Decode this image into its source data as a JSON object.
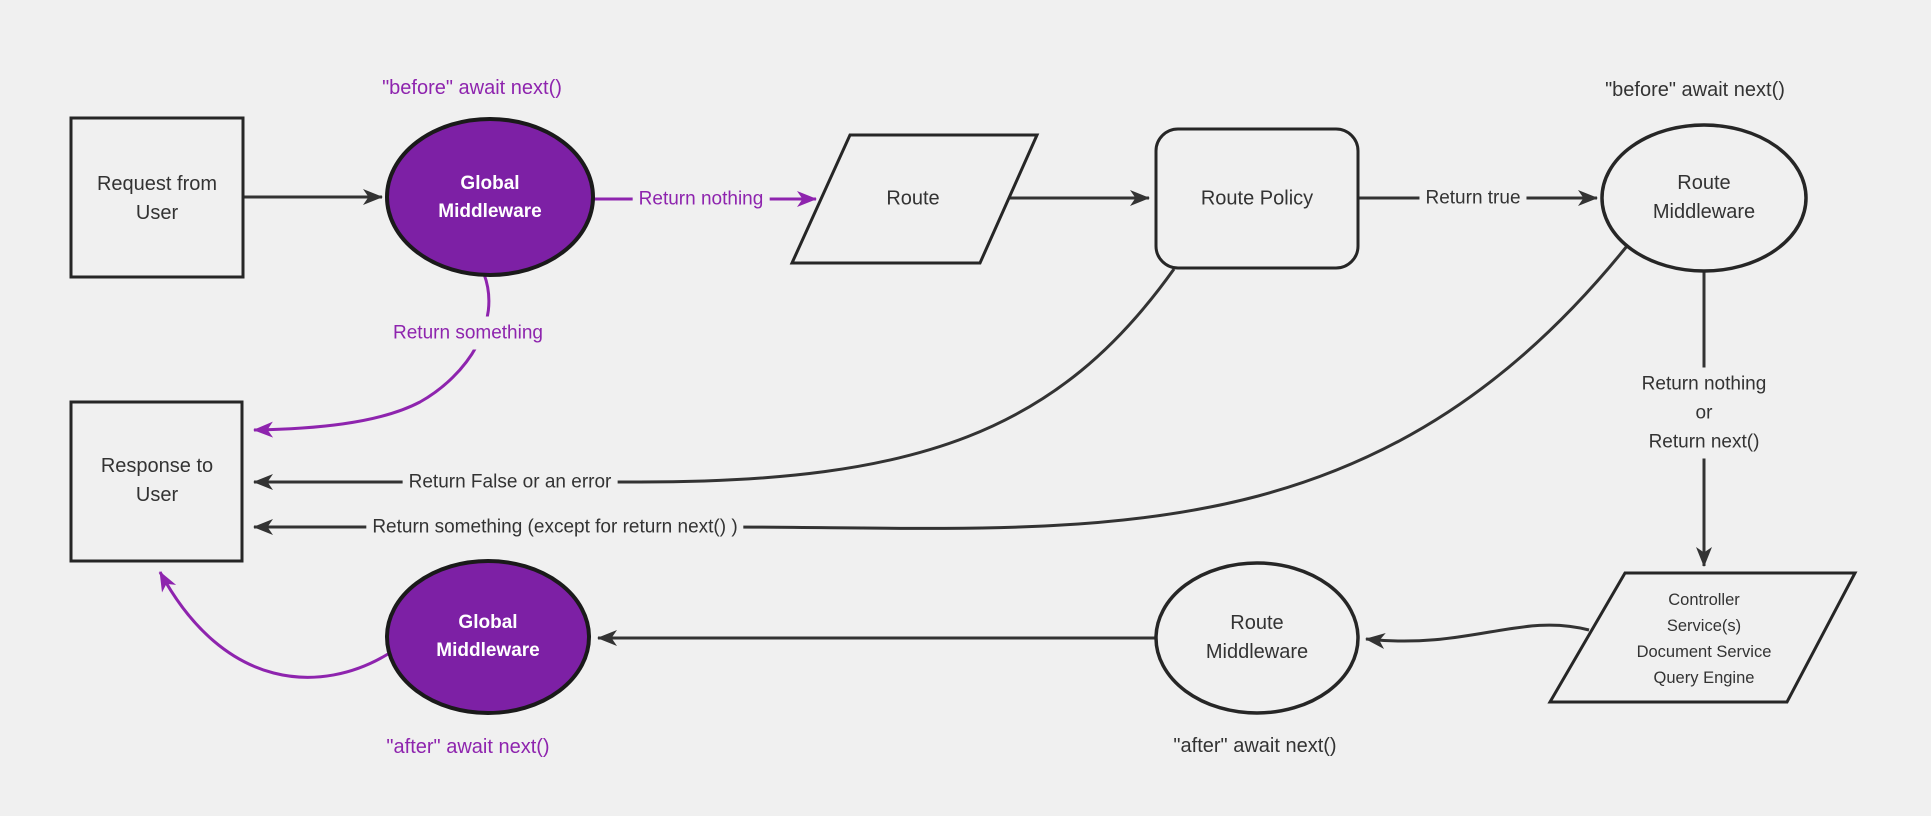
{
  "colors": {
    "background": "#f0f0f0",
    "node_stroke": "#262626",
    "edge_stroke": "#333333",
    "purple_fill": "#7d20a5",
    "purple_line": "#8e24ae",
    "text": "#333333",
    "text_on_purple": "#ffffff"
  },
  "nodes": {
    "request": {
      "label": "Request from\nUser",
      "shape": "rectangle"
    },
    "global_middleware_top": {
      "label": "Global\nMiddleware",
      "shape": "ellipse"
    },
    "route": {
      "label": "Route",
      "shape": "parallelogram"
    },
    "route_policy": {
      "label": "Route Policy",
      "shape": "rounded-rectangle"
    },
    "route_middleware_top": {
      "label": "Route\nMiddleware",
      "shape": "ellipse"
    },
    "controller": {
      "label": "Controller\nService(s)\nDocument Service\nQuery Engine",
      "shape": "parallelogram"
    },
    "route_middleware_bottom": {
      "label": "Route\nMiddleware",
      "shape": "ellipse"
    },
    "global_middleware_bottom": {
      "label": "Global\nMiddleware",
      "shape": "ellipse"
    },
    "response": {
      "label": "Response to\nUser",
      "shape": "rectangle"
    }
  },
  "edge_labels": {
    "return_nothing": "Return nothing",
    "return_true": "Return true",
    "return_nothing_or_next": "Return nothing\nor\nReturn next()",
    "return_false": "Return False or an error",
    "return_something_except": "Return something (except for return next() )",
    "return_something": "Return something"
  },
  "annotations": {
    "before_global": "\"before\" await next()",
    "before_route": "\"before\" await next()",
    "after_global": "\"after\" await next()",
    "after_route": "\"after\" await next()"
  }
}
